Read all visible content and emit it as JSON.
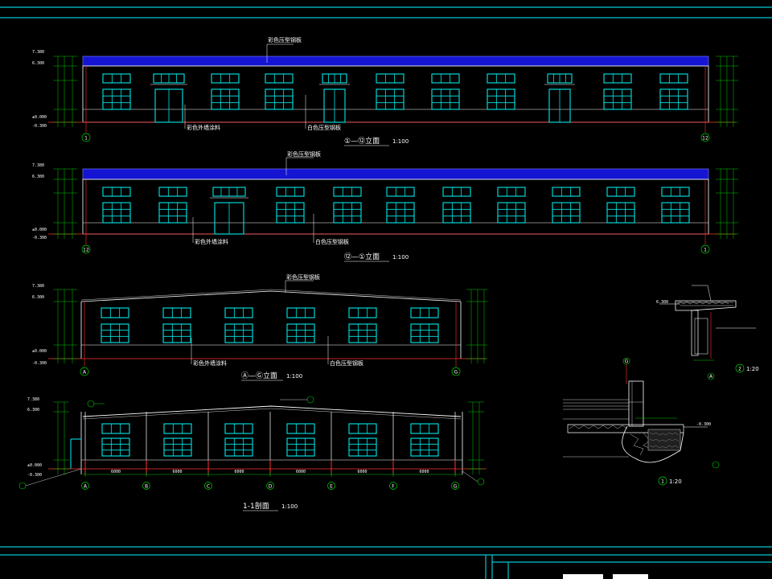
{
  "colors": {
    "background": "#000000",
    "frame": "#00c8d2",
    "window": "#00e8e8",
    "outline": "#ffffff",
    "roof_band": "#1414d2",
    "ground_line": "#ff3030",
    "dimension": "#00c800",
    "axis": "#00d200",
    "leader": "#ff3030"
  },
  "views": {
    "elev_front": {
      "title": "①—⑫立面",
      "scale": "1:100",
      "roof_label": "彩色压型钢板",
      "wall_label_1": "彩色外墙涂料",
      "wall_label_2": "白色压型钢板",
      "axis_left": "1",
      "axis_right": "12"
    },
    "elev_back": {
      "title": "⑫—①立面",
      "scale": "1:100",
      "roof_label": "彩色压型钢板",
      "wall_label_1": "彩色外墙涂料",
      "wall_label_2": "白色压型钢板",
      "axis_left": "12",
      "axis_right": "1"
    },
    "elev_side": {
      "title": "Ⓐ—Ⓖ立面",
      "scale": "1:100",
      "roof_label": "彩色压型钢板",
      "wall_label_1": "彩色外墙涂料",
      "wall_label_2": "白色压型钢板",
      "axis_left": "A",
      "axis_right": "G"
    },
    "section": {
      "title": "1-1剖面",
      "scale": "1:100",
      "axes": [
        "A",
        "B",
        "C",
        "D",
        "E",
        "F",
        "G"
      ],
      "bay_dims": [
        "6000",
        "6000",
        "6000",
        "6000",
        "6000",
        "6000"
      ]
    },
    "detail_1": {
      "scale": "1:20",
      "number": "1",
      "axis": "G",
      "grade_label": "-0.300"
    },
    "detail_2": {
      "scale": "1:20",
      "number": "2",
      "axis": "A",
      "level_label": "6.300"
    }
  },
  "levels": {
    "eave": "7.380",
    "top": "6.300",
    "ground": "±0.000",
    "outdoor": "-0.300"
  },
  "title_block": {
    "cells": [
      "",
      "",
      "",
      ""
    ]
  }
}
